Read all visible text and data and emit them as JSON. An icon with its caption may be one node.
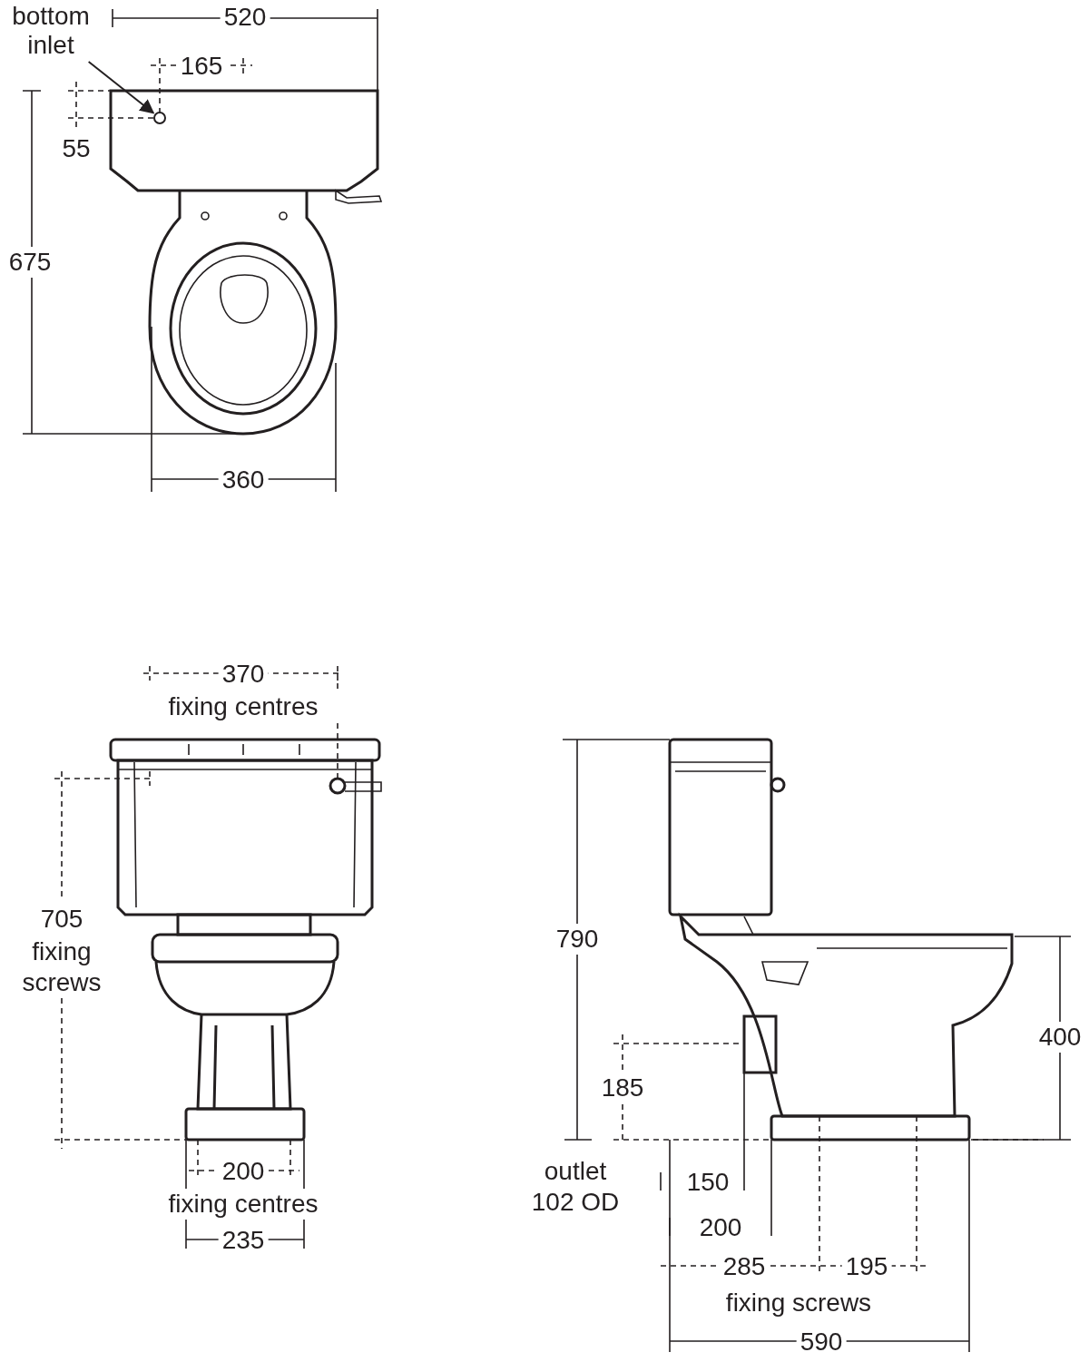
{
  "diagram": {
    "nodes": [
      {
        "text": [
          "bottom inlet"
        ]
      },
      {
        "text": [],
        "shape": "circle"
      }
    ],
    "edges": [
      {
        "from": 0,
        "to": 1,
        "arrow": "to"
      }
    ],
    "labels": [
      "520",
      "165",
      "55",
      "675",
      "360",
      "370",
      "fixing centres",
      "705",
      "fixing screws",
      "200",
      "fixing centres",
      "235",
      "790",
      "400",
      "185",
      "outlet 102 OD",
      "150",
      "200",
      "285",
      "195",
      "fixing screws",
      "590"
    ]
  }
}
